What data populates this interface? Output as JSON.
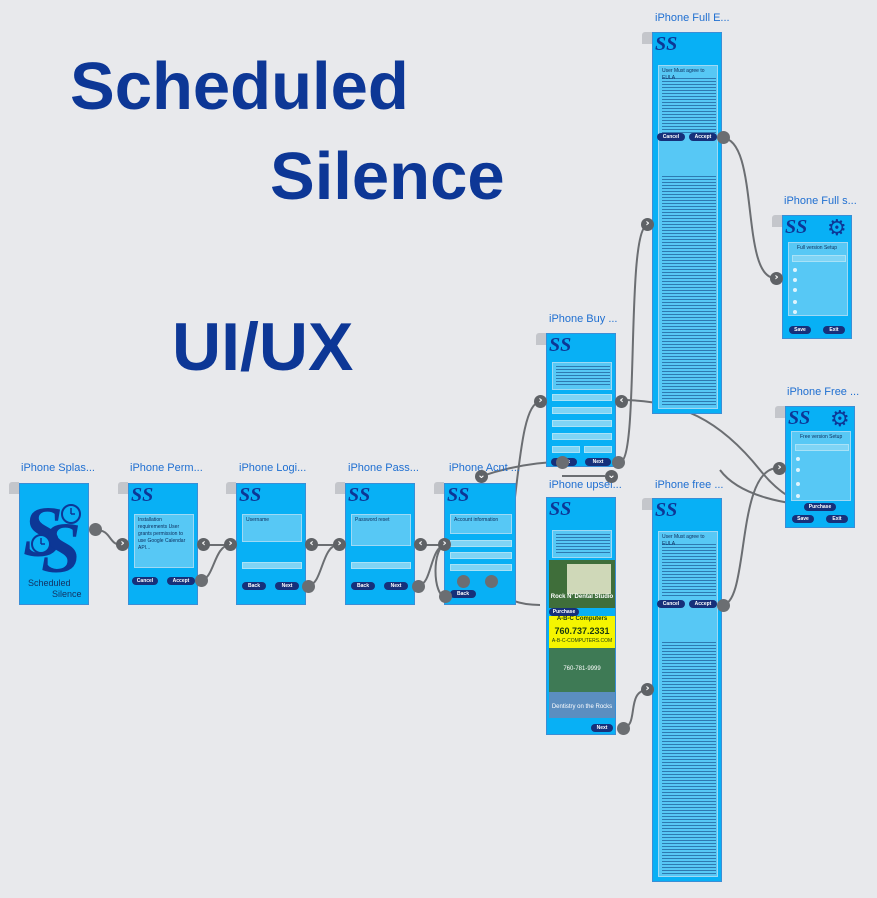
{
  "title": {
    "line1": "Scheduled",
    "line2": "Silence",
    "line3": "UI/UX"
  },
  "nodes": {
    "splash": {
      "label": "iPhone Splas...",
      "brand_line1": "Scheduled",
      "brand_line2": "Silence"
    },
    "perm": {
      "label": "iPhone Perm...",
      "text": "Installation requirements User grants permission to use Google Calendar API...",
      "cancel": "Cancel",
      "accept": "Accept"
    },
    "login": {
      "label": "iPhone Logi...",
      "text": "Username",
      "back": "Back",
      "next": "Next"
    },
    "password": {
      "label": "iPhone Pass...",
      "text": "Password reset",
      "back": "Back",
      "next": "Next"
    },
    "account": {
      "label": "iPhone Acnt ...",
      "text": "Account information",
      "back": "Back"
    },
    "buy": {
      "label": "iPhone Buy ...",
      "back": "Back",
      "next": "Next"
    },
    "upsell": {
      "label": "iPhone upsel...",
      "purchase": "Purchase",
      "next": "Next",
      "ad1_text": "Rock N' Dental Studio",
      "ad2_brand": "A-B-C Computers",
      "ad2_phone": "760.737.2331",
      "ad2_url": "A-B-C-COMPUTERS.COM",
      "ad3_phone": "760-781-9999",
      "ad4_text": "Dentistry on the Rocks"
    },
    "full_eula": {
      "label": "iPhone Full E...",
      "heading": "User Must agree to EULA",
      "cancel": "Cancel",
      "accept": "Accept"
    },
    "free_eula": {
      "label": "iPhone free ...",
      "heading": "User Must agree to EULA",
      "cancel": "Cancel",
      "accept": "Accept"
    },
    "full_setup": {
      "label": "iPhone Full s...",
      "heading": "Full version Setup",
      "save": "Save",
      "exit": "Exit"
    },
    "free_setup": {
      "label": "iPhone Free ...",
      "heading": "Free version Setup",
      "purchase": "Purchase",
      "save": "Save",
      "exit": "Exit"
    }
  },
  "colors": {
    "screen": "#08b0f5",
    "title": "#0d3796",
    "label": "#1f6fd1",
    "connector": "#6b6e72",
    "button": "#16307a"
  }
}
